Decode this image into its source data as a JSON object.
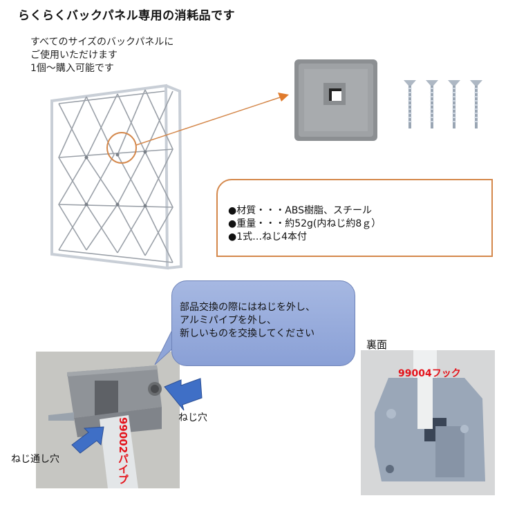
{
  "header": {
    "title": "らくらくバックパネル専用の消耗品です"
  },
  "intro": {
    "lines": [
      "すべてのサイズのバックパネルに",
      "ご使用いただけます",
      "1個〜購入可能です"
    ]
  },
  "specs": {
    "items": [
      "●材質・・・ABS樹脂、スチール",
      "●重量・・・約52g(内ねじ約8ｇ）",
      "●1式…ねじ4本付"
    ]
  },
  "callout": {
    "lines": [
      "部品交換の際にはねじを外し、",
      "アルミパイプを外し、",
      "新しいものを交換してください"
    ]
  },
  "photo_front": {
    "label_screw_hole": "ねじ穴",
    "label_screw_through_hole": "ねじ通し穴",
    "pipe_label": "99002パイプ"
  },
  "photo_back": {
    "heading": "裏面",
    "hook_label": "99004フック"
  },
  "colors": {
    "accent_orange": "#d4874a",
    "callout_blue": "#8fa5d8",
    "arrow_blue": "#3f6fc6",
    "label_red": "#e4121a"
  },
  "product": {
    "screw_count": 4
  }
}
